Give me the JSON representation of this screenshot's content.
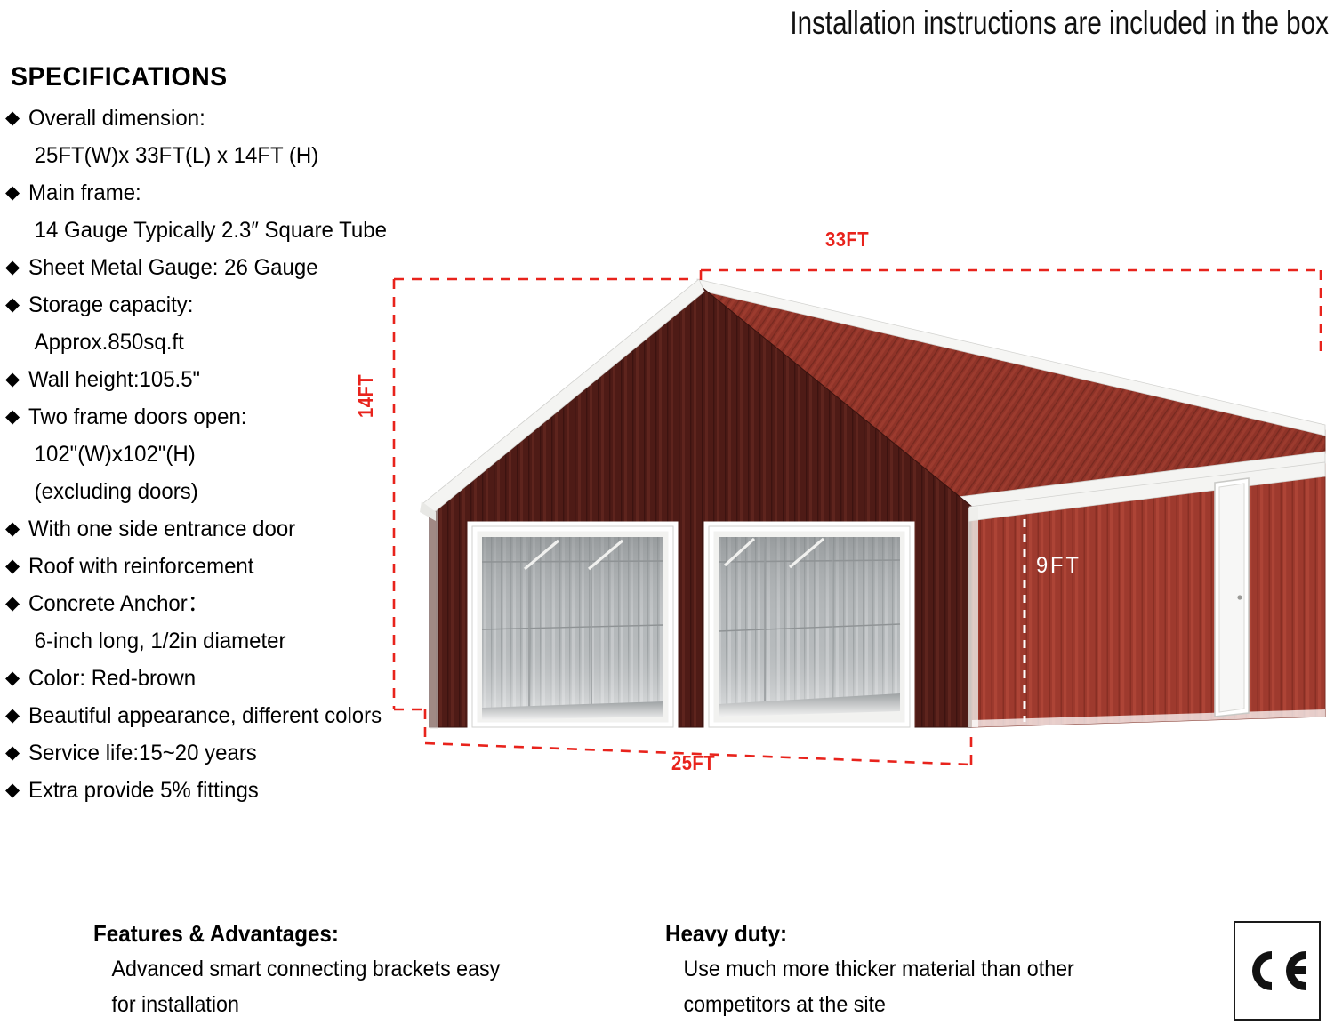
{
  "header": {
    "title": "Installation instructions are included in the box"
  },
  "specifications": {
    "heading": "SPECIFICATIONS",
    "bullet_glyph": "◆",
    "items": [
      {
        "label": "Overall dimension:",
        "sub": [
          "25FT(W)x 33FT(L) x 14FT (H)"
        ]
      },
      {
        "label": "Main frame:",
        "sub": [
          "14 Gauge Typically 2.3″ Square Tube"
        ]
      },
      {
        "label": "Sheet Metal Gauge: 26 Gauge",
        "sub": []
      },
      {
        "label": "Storage capacity:",
        "sub": [
          "Approx.850sq.ft"
        ]
      },
      {
        "label": "Wall height:105.5\"",
        "sub": []
      },
      {
        "label": "Two frame doors open:",
        "sub": [
          "102\"(W)x102\"(H)",
          "(excluding doors)"
        ]
      },
      {
        "label": "With one side entrance door",
        "sub": []
      },
      {
        "label": "Roof with reinforcement",
        "sub": []
      },
      {
        "label": "Concrete Anchor：",
        "sub": [
          "6-inch long, 1/2in diameter"
        ]
      },
      {
        "label": "Color: Red-brown",
        "sub": []
      },
      {
        "label": "Beautiful appearance, different colors",
        "sub": []
      },
      {
        "label": "Service life:15~20 years",
        "sub": []
      },
      {
        "label": "Extra provide 5% fittings",
        "sub": []
      }
    ]
  },
  "illustration": {
    "alt": "3D rendering of a red-brown metal garage building with two open bay doors and a side entrance door",
    "dimensions": {
      "length": "33FT",
      "width": "25FT",
      "height": "14FT",
      "wall_height": "9FT"
    },
    "colors": {
      "roof": "#8f3328",
      "roof_dark": "#7a2b21",
      "gable_wall": "#4e1b16",
      "gable_wall_light": "#5e241d",
      "side_wall": "#9e3a2e",
      "side_wall_dark": "#8b3226",
      "trim": "#f4f4f2",
      "interior": "#b9bcbe",
      "interior_dark": "#8e9294",
      "floor": "#e9eaea",
      "dimension_line": "#e8231c",
      "dimension_text": "#e8231c",
      "wall_label_text": "#ffffff"
    }
  },
  "features": {
    "left": {
      "title": "Features & Advantages:",
      "lines": [
        "Advanced smart connecting brackets easy",
        "for installation"
      ]
    },
    "right": {
      "title": "Heavy duty:",
      "lines": [
        "Use much more thicker material than other",
        "competitors at the site"
      ]
    }
  },
  "certification": {
    "label": "CE"
  }
}
